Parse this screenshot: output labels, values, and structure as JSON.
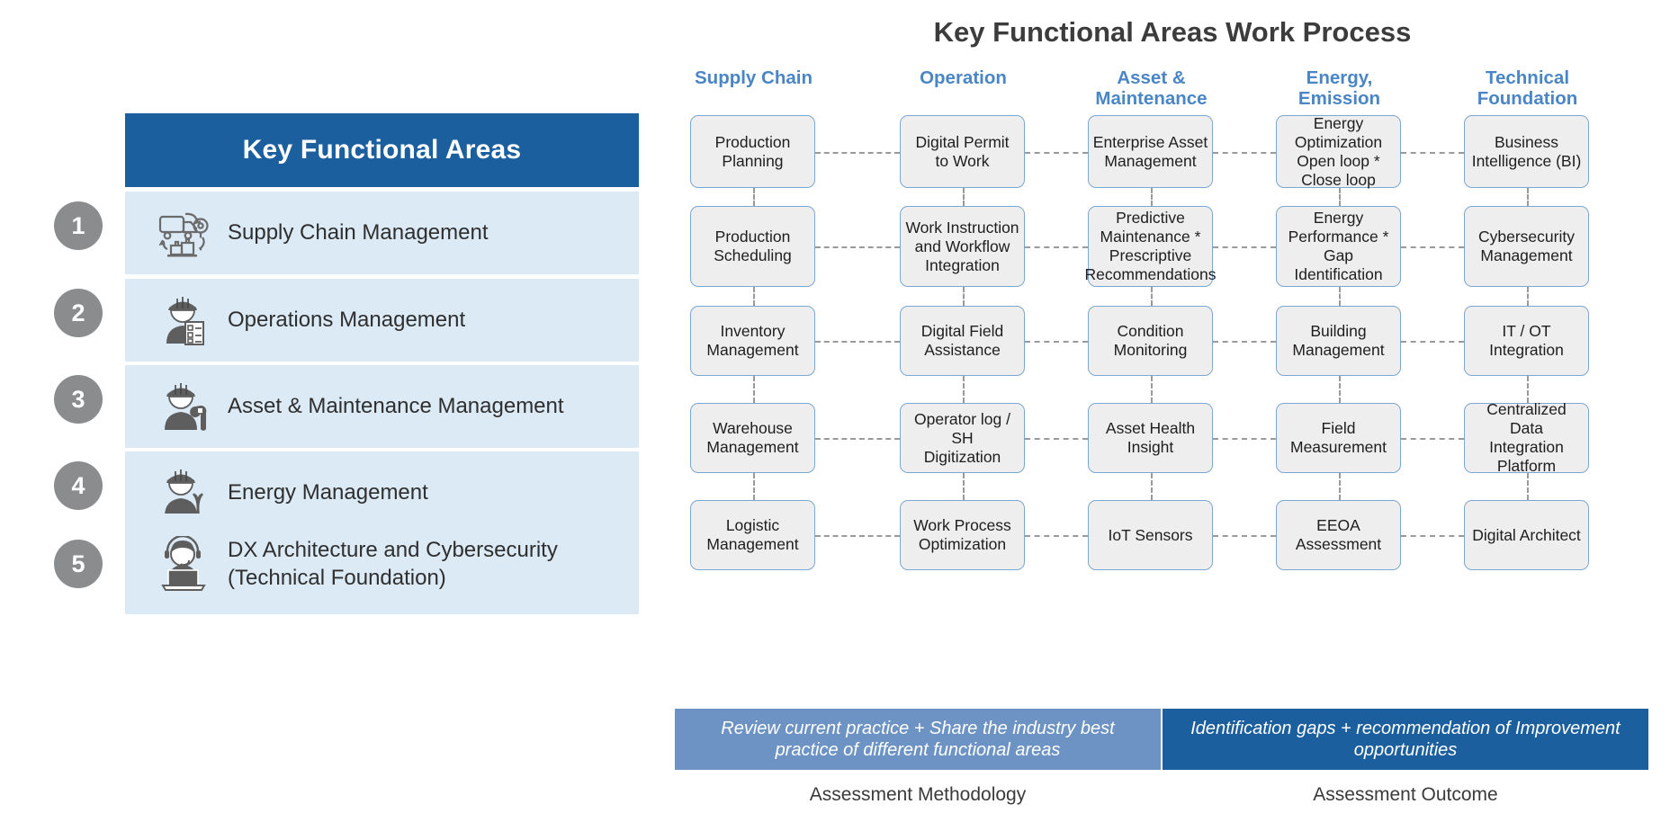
{
  "left_panel": {
    "header": "Key Functional Areas",
    "items": [
      {
        "number": "1",
        "label": "Supply Chain Management",
        "icon": "truck-delivery-icon"
      },
      {
        "number": "2",
        "label": "Operations Management",
        "icon": "worker-checklist-icon"
      },
      {
        "number": "3",
        "label": "Asset & Maintenance Management",
        "icon": "worker-wrench-icon"
      },
      {
        "number": "4",
        "label": "Energy Management",
        "icon": "worker-pliers-icon"
      },
      {
        "number": "5",
        "label": "DX Architecture and Cybersecurity",
        "label2": "(Technical Foundation)",
        "icon": "operator-laptop-icon"
      }
    ]
  },
  "flow": {
    "title": "Key Functional Areas Work Process",
    "columns": [
      {
        "header": "Supply Chain",
        "nodes": [
          "Production\nPlanning",
          "Production\nScheduling",
          "Inventory\nManagement",
          "Warehouse\nManagement",
          "Logistic\nManagement"
        ]
      },
      {
        "header": "Operation",
        "nodes": [
          "Digital Permit\nto Work",
          "Work Instruction\nand Workflow\nIntegration",
          "Digital Field\nAssistance",
          "Operator log / SH\nDigitization",
          "Work Process\nOptimization"
        ]
      },
      {
        "header": "Asset &\nMaintenance",
        "nodes": [
          "Enterprise Asset\nManagement",
          "Predictive\nMaintenance *\nPrescriptive\nRecommendations",
          "Condition\nMonitoring",
          "Asset Health\nInsight",
          "IoT Sensors"
        ]
      },
      {
        "header": "Energy, Emission",
        "nodes": [
          "Energy\nOptimization\nOpen loop *\nClose loop",
          "Energy\nPerformance *\nGap\nIdentification",
          "Building\nManagement",
          "Field\nMeasurement",
          "EEOA\nAssessment"
        ]
      },
      {
        "header": "Technical\nFoundation",
        "nodes": [
          "Business\nIntelligence (BI)",
          "Cybersecurity\nManagement",
          "IT / OT\nIntegration",
          "Centralized Data\nIntegration\nPlatform",
          "Digital Architect"
        ]
      }
    ]
  },
  "bottom": {
    "methodology_banner": "Review current practice + Share the industry best practice of different functional areas",
    "methodology_caption": "Assessment Methodology",
    "outcome_banner": "Identification gaps + recommendation of Improvement opportunities",
    "outcome_caption": "Assessment Outcome"
  },
  "colors": {
    "header_blue": "#1b5f9e",
    "row_blue": "#dbeaf5",
    "column_header_blue": "#4a86c5",
    "banner_light_blue": "#6c93c4",
    "badge_gray": "#8a8c8e",
    "node_fill": "#eeeeee",
    "node_border": "#7ba7d0"
  }
}
